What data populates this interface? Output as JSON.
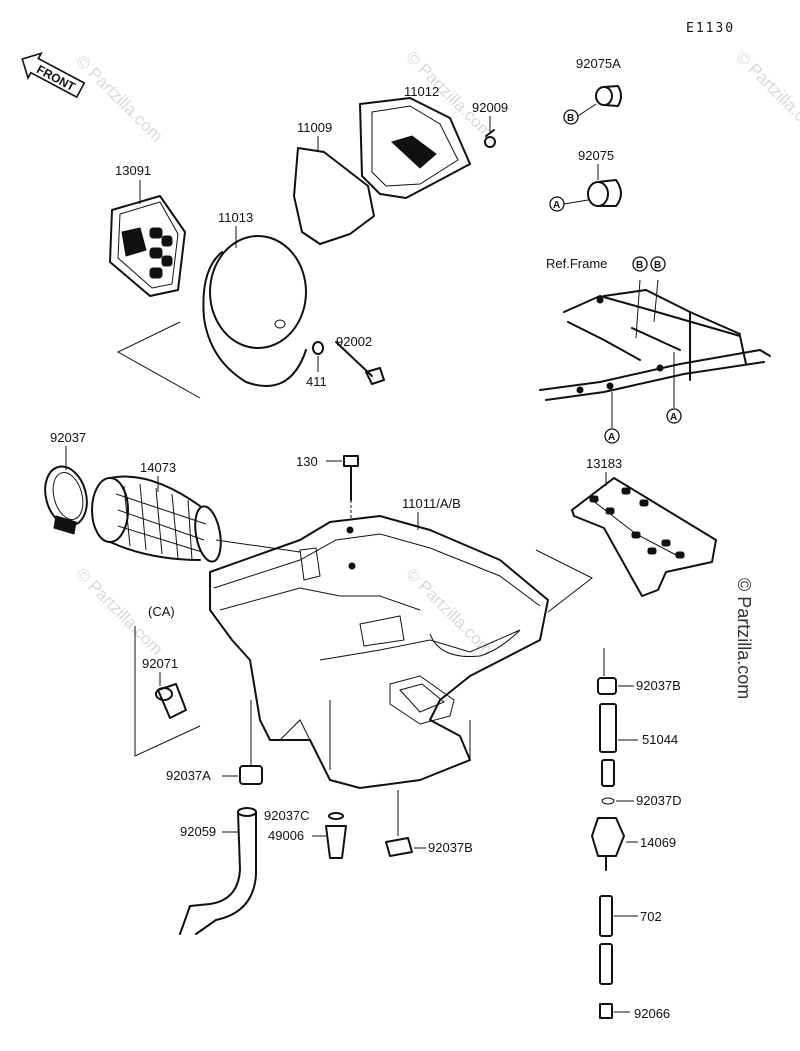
{
  "diagram": {
    "code": "E1130",
    "front_label": "FRONT",
    "watermark": "© Partzilla.com",
    "ref_frame_label": "Ref.Frame",
    "ca_label": "(CA)",
    "markers": {
      "a": "A",
      "b": "B"
    }
  },
  "parts": {
    "p92075A": "92075A",
    "p11012": "11012",
    "p92009": "92009",
    "p11009": "11009",
    "p92075": "92075",
    "p13091": "13091",
    "p11013": "11013",
    "p92002": "92002",
    "p411": "411",
    "p92037": "92037",
    "p14073": "14073",
    "p130": "130",
    "p11011": "11011/A/B",
    "p13183": "13183",
    "p92071": "92071",
    "p92037B_top": "92037B",
    "p51044": "51044",
    "p92037A": "92037A",
    "p92037C": "92037C",
    "p92037D": "92037D",
    "p92059": "92059",
    "p49006": "49006",
    "p92037B_bottom": "92037B",
    "p14069": "14069",
    "p702": "702",
    "p92066": "92066"
  }
}
